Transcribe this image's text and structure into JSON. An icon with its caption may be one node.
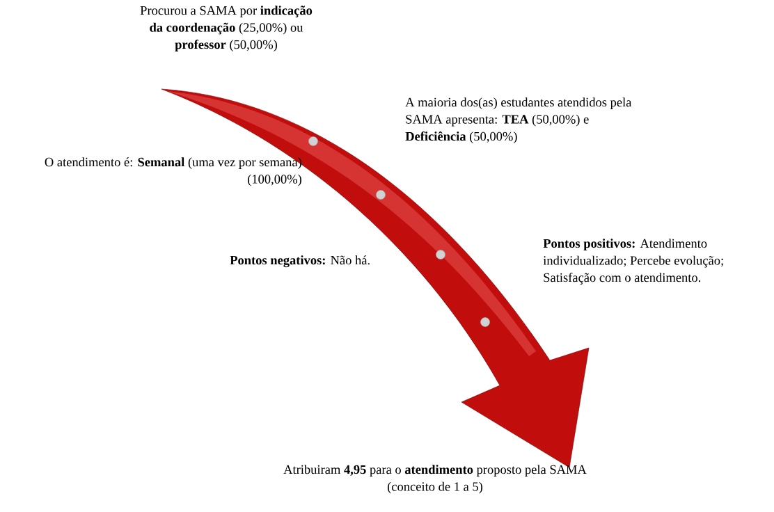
{
  "diagram": {
    "labels": [
      "Procurou a SAMA por **indicação da coordenação** (25,00%) ou **professor** (50,00%)",
      "A maioria dos(as) estudantes atendidos pela SAMA apresenta: **TEA** (50,00%) e **Deficiência** (50,00%)",
      "O atendimento é: **Semanal** (uma vez por semana) (100,00%)",
      "**Pontos positivos:** Atendimento individualizado; Percebe evolução; Satisfação com o atendimento.",
      "**Pontos negativos:** Não há.",
      "Atribuiram **4,95** para o **atendimento** proposto pela SAMA (conceito de 1 a 5)"
    ]
  }
}
